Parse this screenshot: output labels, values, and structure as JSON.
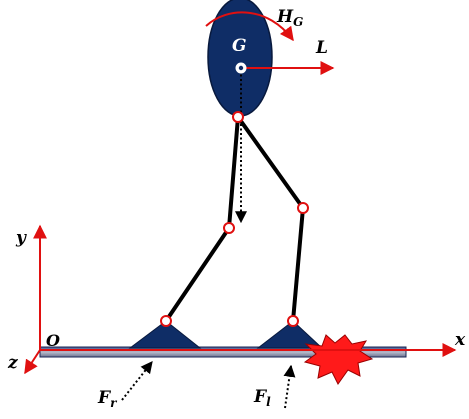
{
  "diagram": {
    "labels": {
      "angular_momentum": {
        "main": "H",
        "sub": "G"
      },
      "center_of_mass": "G",
      "linear_momentum": "L",
      "axis_y": "y",
      "axis_x": "x",
      "axis_z": "z",
      "origin": "O",
      "force_right": {
        "main": "F",
        "sub": "r"
      },
      "force_left": {
        "main": "F",
        "sub": "l"
      }
    },
    "colors": {
      "body_fill": "#0f2d66",
      "body_stroke": "#08193d",
      "vector": "#e01010",
      "joint_fill": "#ffffff",
      "joint_stroke": "#e01010",
      "limb": "#000000",
      "foot": "#0f2d66",
      "ground_top": "#3a4f8a",
      "ground_bottom": "#8a8fa8",
      "impact_star": "#ff1a1a"
    }
  }
}
